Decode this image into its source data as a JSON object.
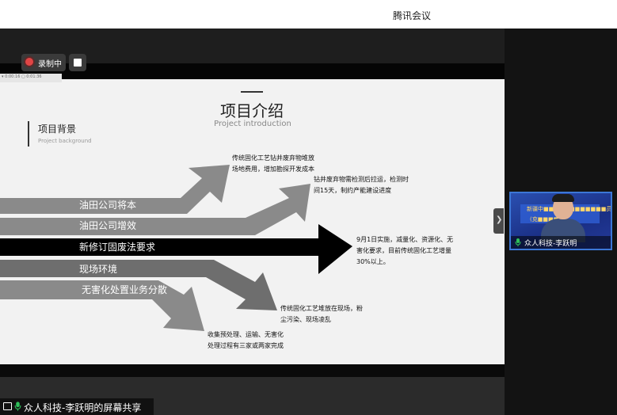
{
  "app": {
    "title": "腾讯会议"
  },
  "recording": {
    "label": "录制中"
  },
  "mini_toolbar": {
    "text": "▾ 0:00:16   ▢ 0:01:36"
  },
  "slide": {
    "title": "项目介绍",
    "subtitle": "Project introduction",
    "section_title": "项目背景",
    "section_subtitle": "Project background",
    "bands": [
      {
        "label": "油田公司将本"
      },
      {
        "label": "油田公司增效"
      },
      {
        "label": "新修订固废法要求"
      },
      {
        "label": "现场环境"
      },
      {
        "label": "无害化处置业务分散"
      }
    ],
    "notes": [
      {
        "text": "传统固化工艺钻井废弃物堆放\n场地费用，增加勘探开发成本"
      },
      {
        "text": "钻井废弃物需检测后拉运，检测时\n间15天，制约产能建设进度"
      },
      {
        "text": "9月1日实施，减量化、资源化、无\n害化要求，目前传统固化工艺增量\n30%以上。"
      },
      {
        "text": "传统固化工艺堆放在现场，粉\n尘污染、现场凌乱"
      },
      {
        "text": "收集预处理、运输、无害化\n处理过程有三家或两家完成"
      }
    ],
    "colors": {
      "arrow_gray": "#8a8a8a",
      "arrow_dark": "#6e6e6e",
      "arrow_black": "#000000",
      "background": "#f2f2f2"
    }
  },
  "participant": {
    "name": "众人科技-李跃明",
    "banner_line1": "新疆中■■■■■■■■■■■■员",
    "banner_line2": "(克■■■■■)"
  },
  "share": {
    "label": "众人科技-李跃明的屏幕共享"
  },
  "icons": {
    "record": "record-icon",
    "stop": "stop-icon",
    "collapse": "chevron-right-icon",
    "mic": "mic-icon",
    "share": "screen-share-icon"
  },
  "accent": {
    "mic_green": "#2fbf5a",
    "video_border": "#3c77d6",
    "record_red": "#e04545"
  }
}
